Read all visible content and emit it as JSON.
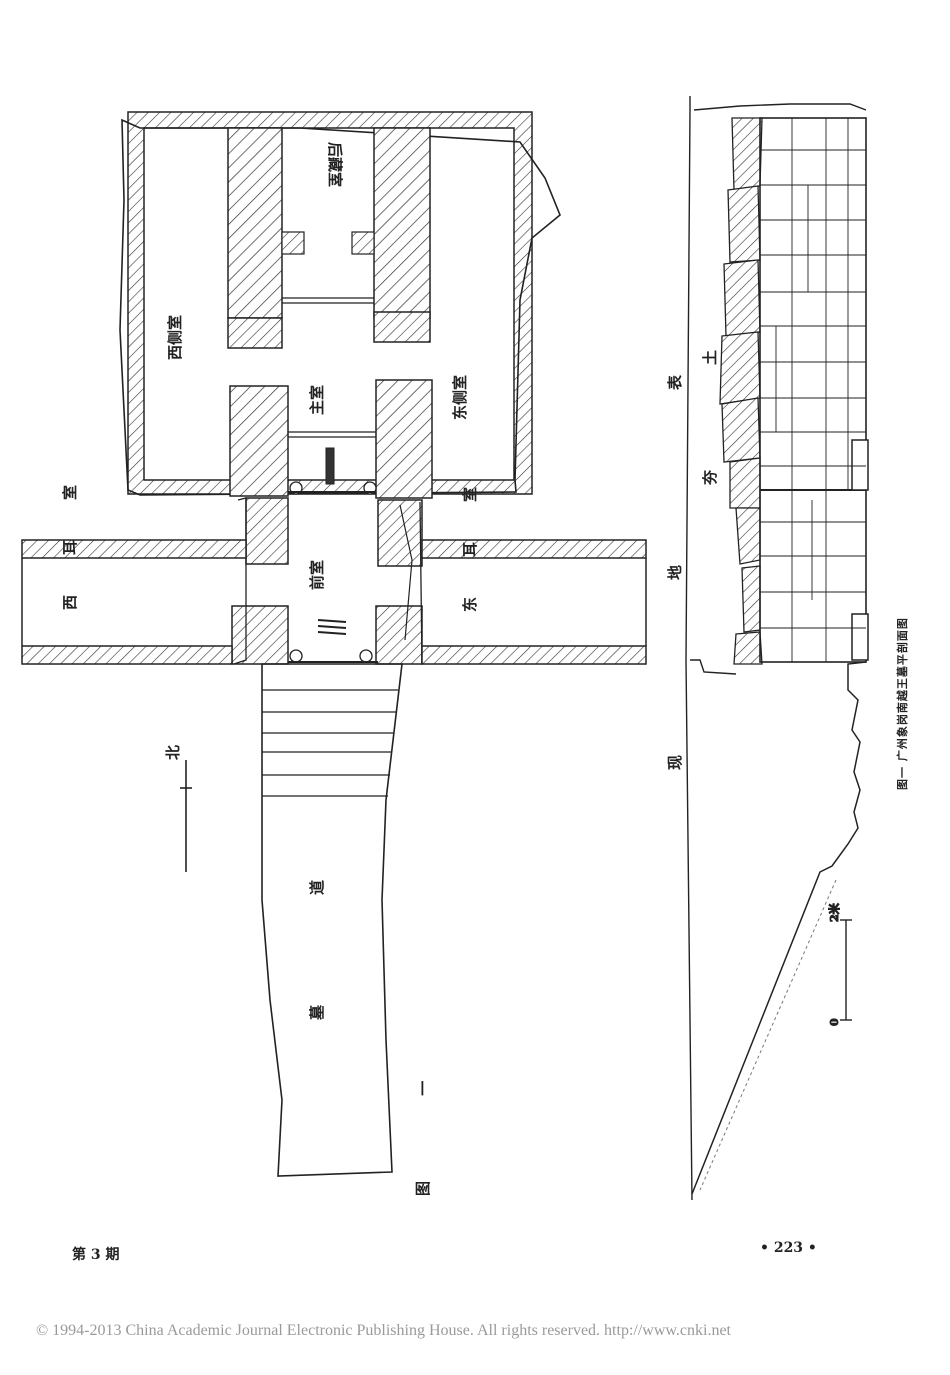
{
  "figure": {
    "plan_caption": "图 一",
    "section_caption": "图一 广州象岗南越王墓平剖面图",
    "north_label": "北",
    "scale": {
      "start": "0",
      "end": "2米"
    }
  },
  "rooms": {
    "rear_storage": "后藏室",
    "west_side": "西侧室",
    "main": "主室",
    "east_side": "东侧室",
    "front": "前室",
    "west_ear": "西耳室",
    "east_ear": "东耳室",
    "passage": "墓道"
  },
  "section": {
    "ground_label": "现地表",
    "soil_label": "夯土"
  },
  "footer": {
    "issue": "第 3 期",
    "page_number": "• 223 •"
  },
  "copyright": "© 1994-2013 China Academic Journal Electronic Publishing House. All rights reserved.    http://www.cnki.net"
}
